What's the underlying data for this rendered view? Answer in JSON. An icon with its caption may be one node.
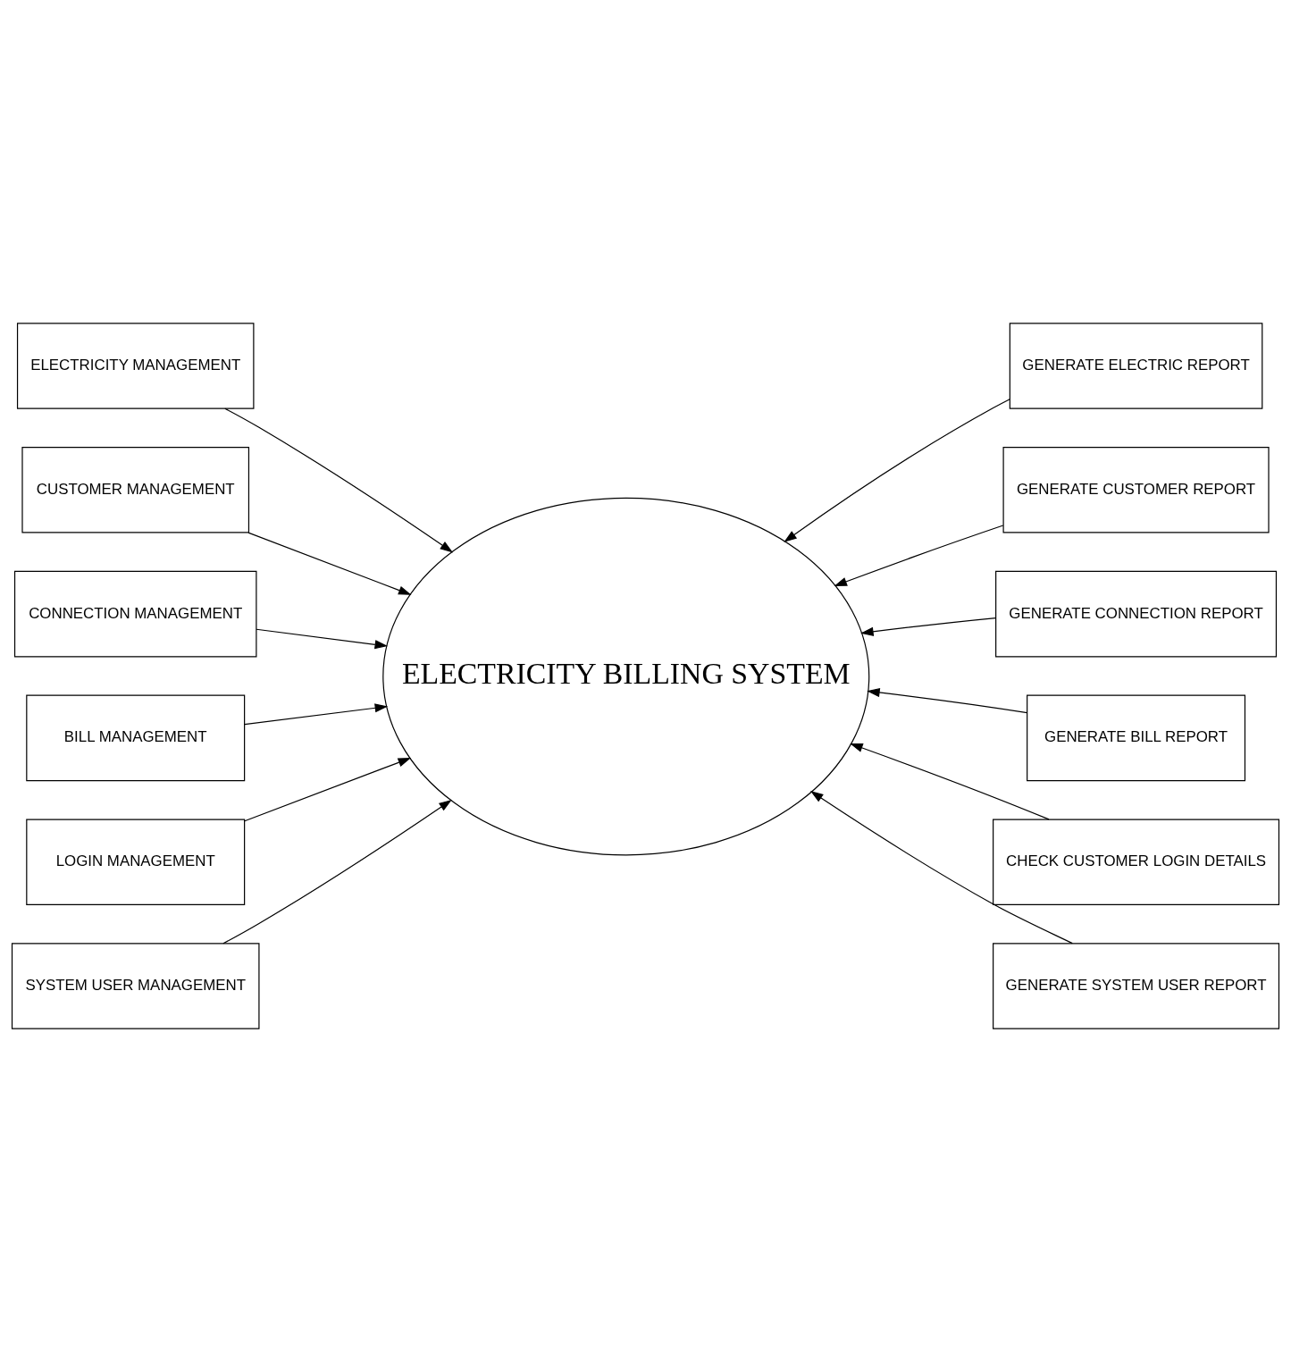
{
  "diagram": {
    "nodes": [
      {
        "text": [
          "ELECTRICITY BILLING SYSTEM"
        ]
      },
      {
        "text": [
          "ELECTRICITY MANAGEMENT"
        ]
      },
      {
        "text": [
          "CUSTOMER MANAGEMENT"
        ]
      },
      {
        "text": [
          "CONNECTION MANAGEMENT"
        ]
      },
      {
        "text": [
          "BILL MANAGEMENT"
        ]
      },
      {
        "text": [
          "LOGIN MANAGEMENT"
        ]
      },
      {
        "text": [
          "SYSTEM USER MANAGEMENT"
        ]
      },
      {
        "text": [
          "GENERATE ELECTRIC REPORT"
        ]
      },
      {
        "text": [
          "GENERATE CUSTOMER REPORT"
        ]
      },
      {
        "text": [
          "GENERATE CONNECTION REPORT"
        ]
      },
      {
        "text": [
          "GENERATE BILL REPORT"
        ]
      },
      {
        "text": [
          "CHECK CUSTOMER LOGIN DETAILS"
        ]
      },
      {
        "text": [
          "GENERATE SYSTEM USER REPORT"
        ]
      }
    ],
    "edges": [
      {
        "from": 1,
        "to": 0,
        "arrow": "to"
      },
      {
        "from": 2,
        "to": 0,
        "arrow": "to"
      },
      {
        "from": 3,
        "to": 0,
        "arrow": "to"
      },
      {
        "from": 4,
        "to": 0,
        "arrow": "to"
      },
      {
        "from": 5,
        "to": 0,
        "arrow": "to"
      },
      {
        "from": 6,
        "to": 0,
        "arrow": "to"
      },
      {
        "from": 7,
        "to": 0,
        "arrow": "to"
      },
      {
        "from": 8,
        "to": 0,
        "arrow": "to"
      },
      {
        "from": 9,
        "to": 0,
        "arrow": "to"
      },
      {
        "from": 10,
        "to": 0,
        "arrow": "to"
      },
      {
        "from": 11,
        "to": 0,
        "arrow": "to"
      },
      {
        "from": 12,
        "to": 0,
        "arrow": "to"
      }
    ]
  }
}
